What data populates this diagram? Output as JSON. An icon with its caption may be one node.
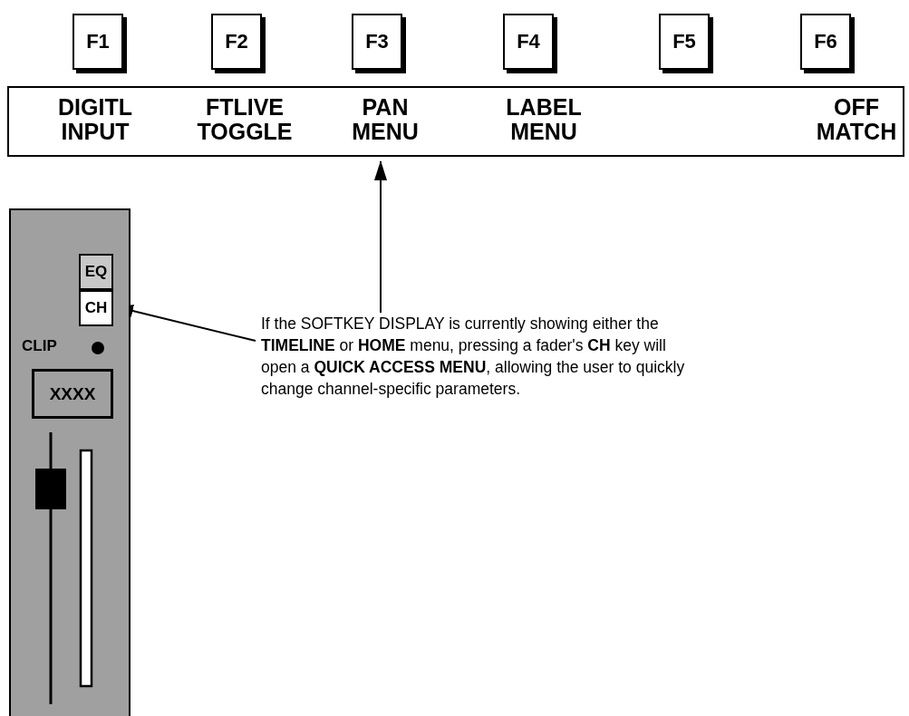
{
  "diagram": {
    "nodes": [
      {
        "text": [
          "F1"
        ]
      },
      {
        "text": [
          "F2"
        ]
      },
      {
        "text": [
          "F3"
        ]
      },
      {
        "text": [
          "F4"
        ]
      },
      {
        "text": [
          "F5"
        ]
      },
      {
        "text": [
          "F6"
        ]
      },
      {
        "text": [
          "DIGITL INPUT",
          "FTLIVE TOGGLE",
          "PAN MENU",
          "LABEL MENU",
          "OFF MATCH"
        ]
      },
      {
        "text": [],
        "shape": "box"
      },
      {
        "text": [
          "EQ"
        ],
        "in": 7
      },
      {
        "text": [
          "CH"
        ],
        "in": 7
      },
      {
        "text": [
          "XXXX"
        ],
        "in": 7
      },
      {
        "text": [
          "If the SOFTKEY DISPLAY is currently showing either the **TIMELINE** or **HOME** menu, pressing a fader's **CH** key will open a **QUICK ACCESS MENU**, allowing the user to quickly change channel-specific parameters."
        ]
      }
    ],
    "edges": [
      {
        "from": 11,
        "to": 6,
        "arrow": "to"
      },
      {
        "from": 11,
        "to": 9,
        "arrow": "to"
      }
    ],
    "labels": [
      "CLIP"
    ]
  }
}
